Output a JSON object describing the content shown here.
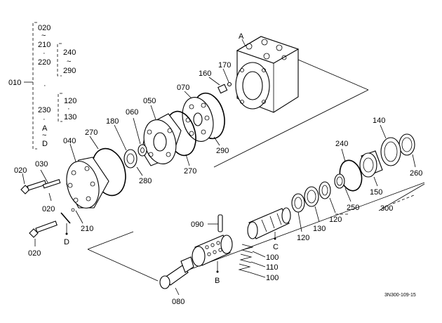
{
  "bracket": {
    "top_codes": [
      "020",
      "~",
      "210",
      "·",
      "220"
    ],
    "range_a": [
      "240",
      "~",
      "290"
    ],
    "side_code": "010",
    "dot": "·",
    "range_b": [
      "120",
      "·",
      "130"
    ],
    "bottom_codes": [
      "230",
      "·",
      "A",
      "~",
      "D"
    ]
  },
  "callouts": {
    "A": "A",
    "c160": "160",
    "c170": "170",
    "c070": "070",
    "c050": "050",
    "c060": "060",
    "c180": "180",
    "c270a": "270",
    "c040": "040",
    "c030": "030",
    "c020a": "020",
    "c020b": "020",
    "c020c": "020",
    "c210": "210",
    "D": "D",
    "c280": "280",
    "c270b": "270",
    "c290": "290",
    "c140": "140",
    "c240": "240",
    "c260": "260",
    "c150": "150",
    "c250": "250",
    "c300": "300",
    "c120a": "120",
    "c130": "130",
    "c120b": "120",
    "c090": "090",
    "C": "C",
    "c100a": "100",
    "c110": "110",
    "c100b": "100",
    "B": "B",
    "c080": "080"
  },
  "figure_code": "3N300-109-15"
}
